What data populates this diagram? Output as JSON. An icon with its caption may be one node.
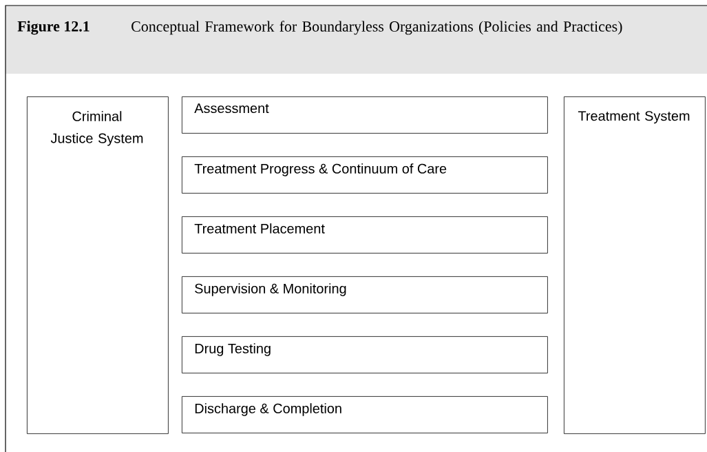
{
  "diagram": {
    "title": "Conceptual Framework for Boundaryless Organizations (Policies and Practices)",
    "labels": [
      "Figure 12.1"
    ],
    "nodes": [
      {
        "text": [
          "Criminal Justice System"
        ]
      },
      {
        "text": [
          "Assessment"
        ]
      },
      {
        "text": [
          "Treatment Progress & Continuum of Care"
        ]
      },
      {
        "text": [
          "Treatment Placement"
        ]
      },
      {
        "text": [
          "Supervision & Monitoring"
        ]
      },
      {
        "text": [
          "Drug Testing"
        ]
      },
      {
        "text": [
          "Discharge & Completion"
        ]
      },
      {
        "text": [
          "Treatment System"
        ]
      }
    ],
    "edges": []
  }
}
